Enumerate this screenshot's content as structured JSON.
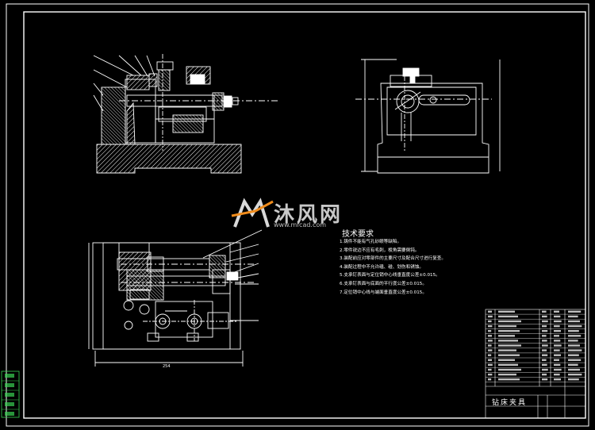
{
  "technical_requirements": {
    "title": "技术要求",
    "items": [
      "1.铸件不能有气孔砂眼等缺陷。",
      "2.零件锐边不应有毛刺，棱角需要倒钝。",
      "3.装配前应对零部件的主要尺寸及配合尺寸进行复查。",
      "4.装配过程中不允许磕、碰、划伤和锈蚀。",
      "5.支承钉表面与定位销中心线垂直度公差±0.015。",
      "6.支承钉表面与底面的平行度公差±0.015。",
      "7.定位销中心线与端面垂直度公差±0.015。"
    ]
  },
  "watermark": {
    "brand": "沐风网",
    "url": "www.mfcad.com"
  },
  "title_block": {
    "name": "钻床夹具"
  },
  "dimensions": {
    "bottom_width": "254"
  },
  "colors": {
    "background": "#000000",
    "lines": "#ffffff",
    "accent_green": "#39d353",
    "hatch": "#ffffff"
  }
}
